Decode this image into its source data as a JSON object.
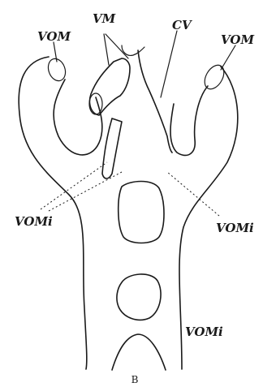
{
  "figure": {
    "labels": {
      "vom_left": "VOM",
      "vm": "VM",
      "cv": "CV",
      "vom_right": "VOM",
      "vomi_left": "VOMi",
      "vomi_right": "VOMi",
      "vomi_bottom": "VOMi"
    },
    "caption": "B"
  }
}
